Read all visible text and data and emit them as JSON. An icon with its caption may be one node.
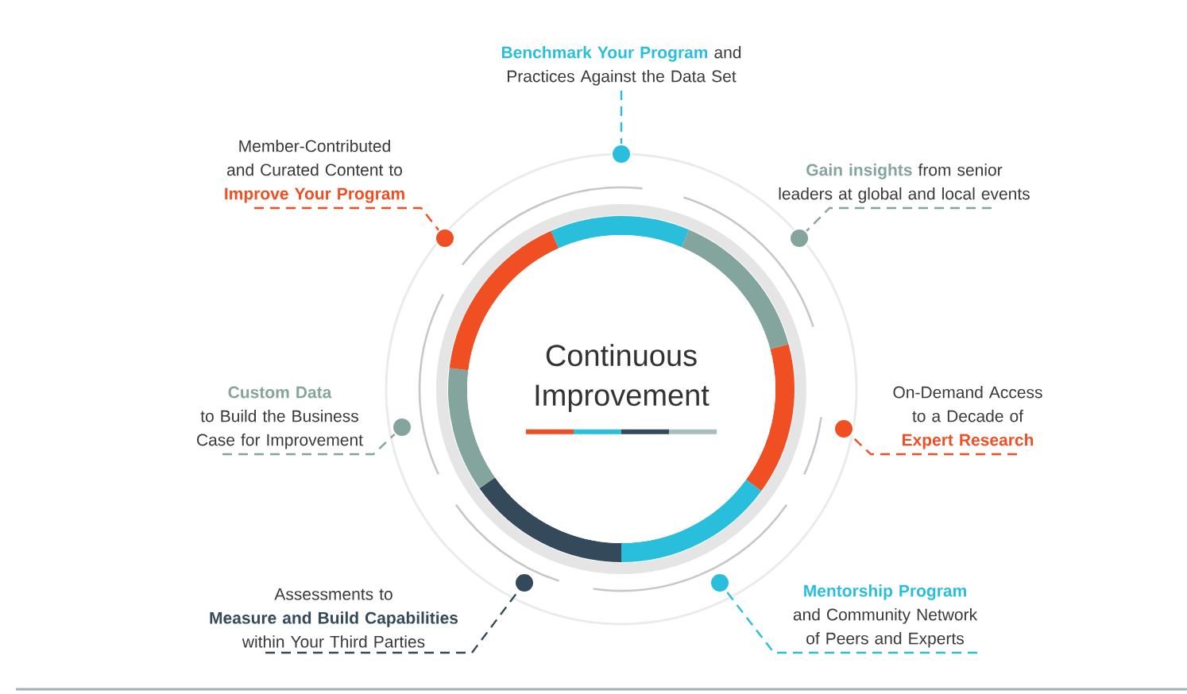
{
  "diagram": {
    "nodes": [
      {
        "text": [
          "Continuous Improvement"
        ]
      },
      {
        "text": [
          "Benchmark Your Program",
          "and Practices Against the Data Set"
        ]
      },
      {
        "text": [
          "Member-Contributed and Curated Content to",
          "Improve Your Program"
        ]
      },
      {
        "text": [
          "Gain insights",
          "from senior leaders at global and local events"
        ]
      },
      {
        "text": [
          "Custom Data",
          "to Build the Business Case for Improvement"
        ]
      },
      {
        "text": [
          "On-Demand Access to a Decade of",
          "Expert Research"
        ]
      },
      {
        "text": [
          "Assessments to",
          "Measure and Build Capabilities",
          "within Your Third Parties"
        ]
      },
      {
        "text": [
          "Mentorship Program",
          "and Community Network of Peers and Experts"
        ]
      },
      {
        "text": [],
        "shape": "circle"
      },
      {
        "text": [],
        "shape": "circle"
      },
      {
        "text": [],
        "shape": "circle"
      },
      {
        "text": [],
        "shape": "circle"
      },
      {
        "text": [],
        "shape": "circle"
      },
      {
        "text": [],
        "shape": "circle"
      },
      {
        "text": [],
        "shape": "circle"
      }
    ],
    "edges": [
      {
        "from": 1,
        "to": 8,
        "arrow": "none",
        "style": "dashed",
        "color": "#29bedb"
      },
      {
        "from": 2,
        "to": 9,
        "arrow": "none",
        "style": "dashed",
        "color": "#f04e23"
      },
      {
        "from": 3,
        "to": 10,
        "arrow": "none",
        "style": "dashed",
        "color": "#84a59d"
      },
      {
        "from": 4,
        "to": 11,
        "arrow": "none",
        "style": "dashed",
        "color": "#84a59d"
      },
      {
        "from": 5,
        "to": 12,
        "arrow": "none",
        "style": "dashed",
        "color": "#f04e23"
      },
      {
        "from": 6,
        "to": 13,
        "arrow": "none",
        "style": "dashed",
        "color": "#34495a"
      },
      {
        "from": 7,
        "to": 14,
        "arrow": "none",
        "style": "dashed",
        "color": "#29bedb"
      }
    ]
  }
}
